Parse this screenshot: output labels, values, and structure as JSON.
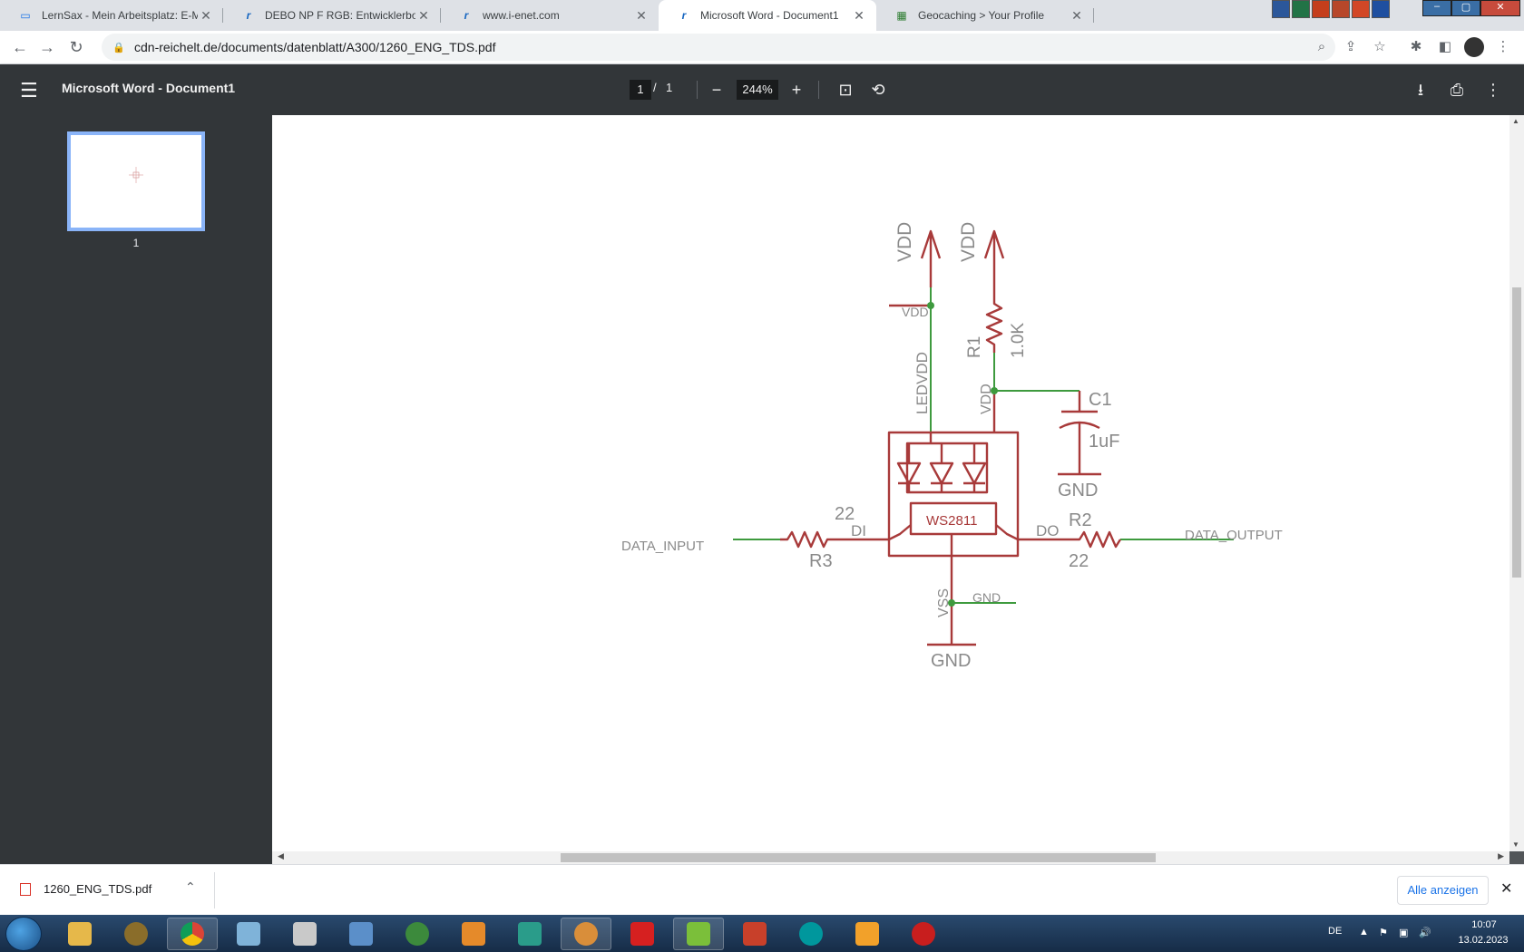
{
  "browser": {
    "tabs": [
      {
        "title": "LernSax - Mein Arbeitsplatz: E-M",
        "icon": "laptop-icon"
      },
      {
        "title": "DEBO NP F RGB: Entwicklerboard",
        "icon": "reichelt-icon"
      },
      {
        "title": "www.i-enet.com",
        "icon": "reichelt-icon"
      },
      {
        "title": "Microsoft Word - Document1",
        "icon": "reichelt-icon"
      },
      {
        "title": "Geocaching > Your Profile",
        "icon": "geocaching-icon"
      }
    ],
    "url": "cdn-reichelt.de/documents/datenblatt/A300/1260_ENG_TDS.pdf"
  },
  "pdf": {
    "title": "Microsoft Word - Document1",
    "page_current": "1",
    "page_separator": "/",
    "page_total": "1",
    "zoom": "244%",
    "thumbnail_label": "1"
  },
  "schematic": {
    "vdd1": "VDD",
    "vdd2": "VDD",
    "vdd_pin": "VDD",
    "ledvdd": "LEDVDD",
    "r1_name": "R1",
    "r1_value": "1.0K",
    "vdd_net": "VDD",
    "c1_name": "C1",
    "c1_value": "1uF",
    "gnd_c1": "GND",
    "chip": "WS2811",
    "r3_value": "22",
    "r3_name": "R3",
    "di": "DI",
    "do": "DO",
    "r2_name": "R2",
    "r2_value": "22",
    "data_input": "DATA_INPUT",
    "data_output": "DATA_OUTPUT",
    "vss": "VSS",
    "gnd_pin": "GND",
    "gnd_main": "GND",
    "colors": {
      "wire": "#3e9a3e",
      "part": "#a83a3a",
      "label": "#8a8a8a"
    }
  },
  "downloads": {
    "filename": "1260_ENG_TDS.pdf",
    "show_all": "Alle anzeigen"
  },
  "taskbar": {
    "language": "DE",
    "time": "10:07",
    "date": "13.02.2023"
  }
}
